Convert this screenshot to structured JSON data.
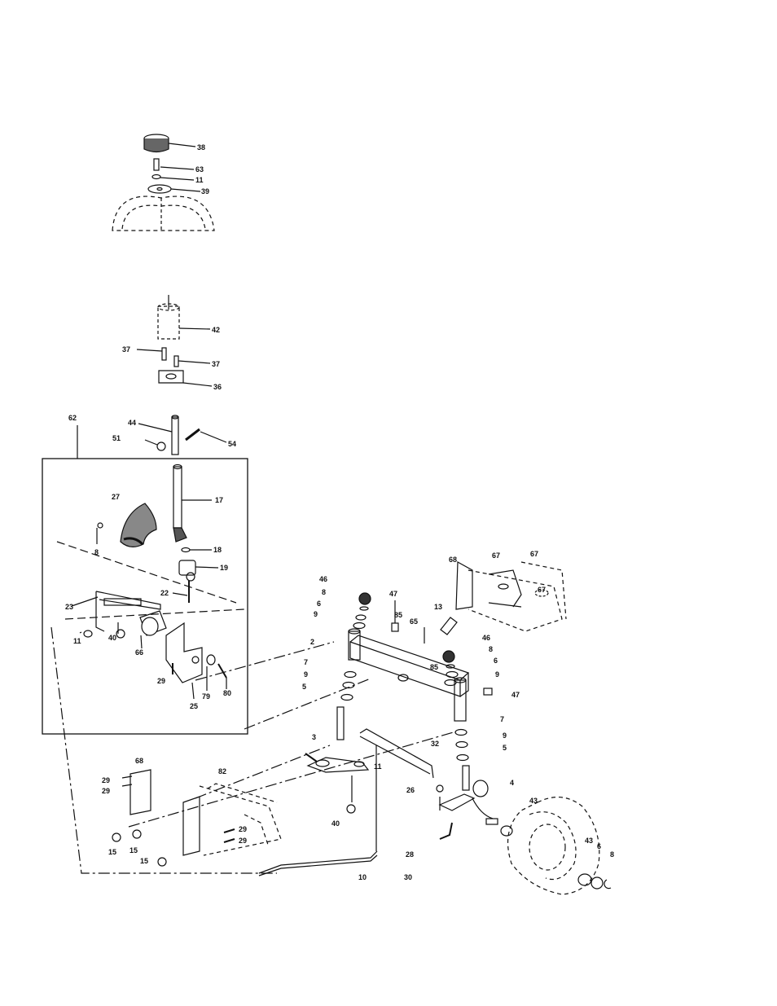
{
  "callouts": {
    "c38": "38",
    "c63": "63",
    "c11a": "11",
    "c39": "39",
    "c42": "42",
    "c37a": "37",
    "c37b": "37",
    "c36": "36",
    "c62": "62",
    "c44": "44",
    "c51": "51",
    "c54": "54",
    "c17": "17",
    "c27": "27",
    "c18": "18",
    "c19": "19",
    "c8a": "8",
    "c22": "22",
    "c23": "23",
    "c11b": "11",
    "c40a": "40",
    "c66": "66",
    "c29a": "29",
    "c25": "25",
    "c79": "79",
    "c80": "80",
    "c46a": "46",
    "c8b": "8",
    "c6a": "6",
    "c9a": "9",
    "c47a": "47",
    "c85a": "85",
    "c65": "65",
    "c13": "13",
    "c68a": "68",
    "c67a": "67",
    "c67b": "67",
    "c67c": "67",
    "c2": "2",
    "c46b": "46",
    "c8c": "8",
    "c85b": "85",
    "c6b": "6",
    "c9b": "9",
    "c7a": "7",
    "c9c": "9",
    "c5a": "5",
    "c47b": "47",
    "c7b": "7",
    "c9d": "9",
    "c5b": "5",
    "c3": "3",
    "c32": "32",
    "c11c": "11",
    "c68b": "68",
    "c82": "82",
    "c29b": "29",
    "c29c": "29",
    "c29d": "29",
    "c29e": "29",
    "c26": "26",
    "c4": "4",
    "c43a": "43",
    "c40b": "40",
    "c15a": "15",
    "c15b": "15",
    "c15c": "15",
    "c10": "10",
    "c28": "28",
    "c30": "30",
    "c43b": "43",
    "c6c": "6",
    "c8d": "8"
  }
}
